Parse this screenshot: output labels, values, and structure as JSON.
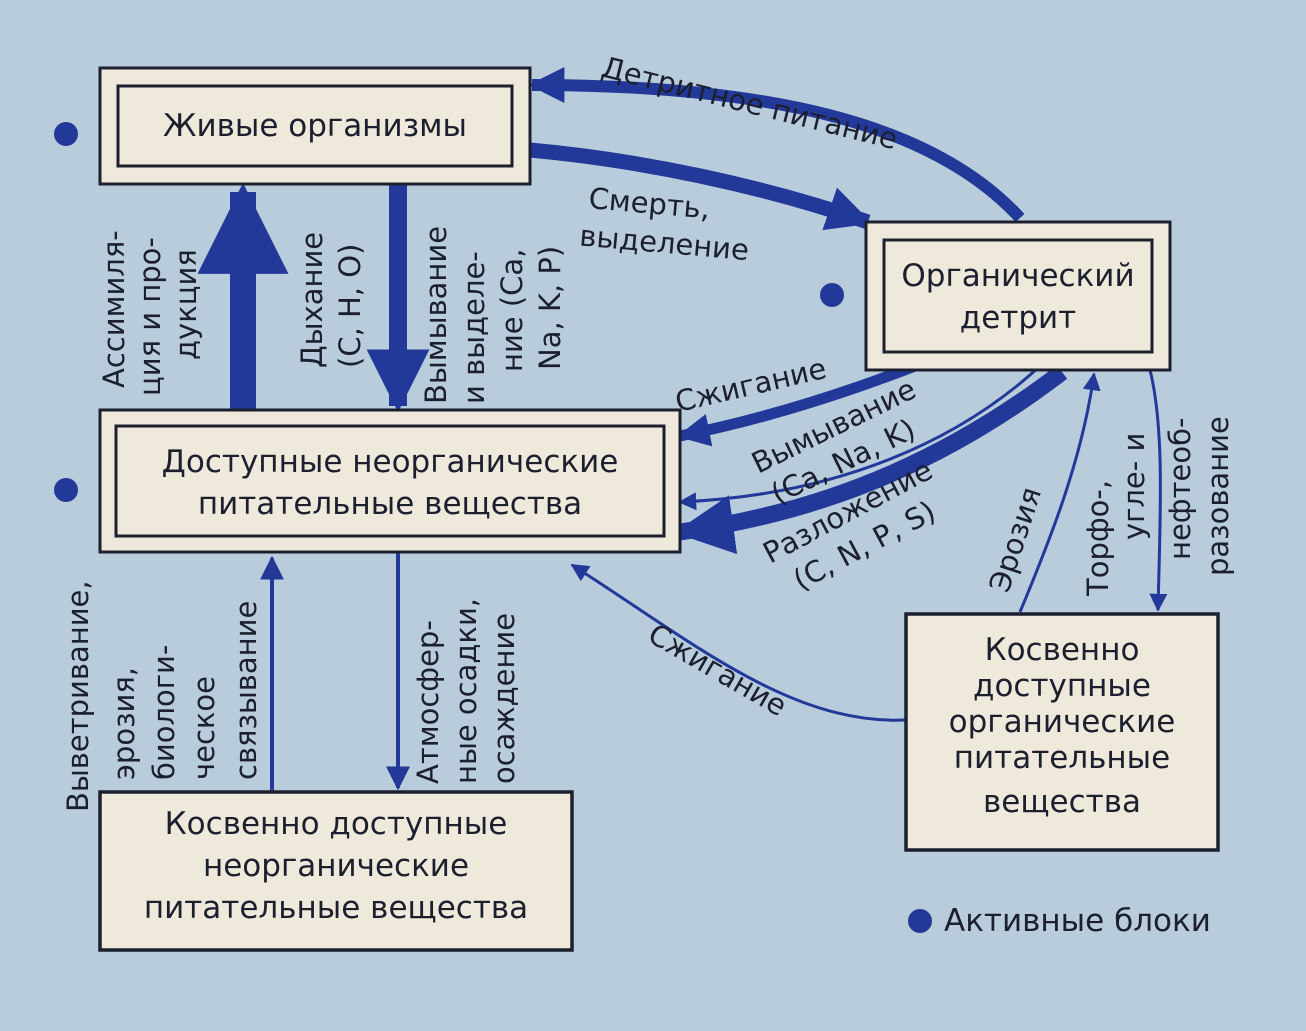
{
  "boxes": {
    "living": "Живые организмы",
    "detritus": [
      "Органический",
      "детрит"
    ],
    "available": [
      "Доступные неорганические",
      "питательные вещества"
    ],
    "indirect_inorganic": [
      "Косвенно доступные",
      "неорганические",
      "питательные вещества"
    ],
    "indirect_organic": [
      "Косвенно",
      "доступные",
      "органические",
      "питательные",
      "вещества"
    ]
  },
  "flows": {
    "detrital_feeding": "Детритное питание",
    "death_excretion": [
      "Смерть,",
      "выделение"
    ],
    "assimilation": [
      "Ассимиля-",
      "ция и про-",
      "дукция"
    ],
    "respiration": [
      "Дыхание",
      "(C, H, O)"
    ],
    "leaching_excretion": [
      "Вымывание",
      "и выделе-",
      "ние (Ca,",
      "Na, K, P)"
    ],
    "burning_detritus": "Сжигание",
    "leaching_detritus": [
      "Вымывание",
      "(Ca, Na, K)"
    ],
    "decomposition": [
      "Разложение",
      "(C, N, P, S)"
    ],
    "erosion": "Эрозия",
    "fossil_formation": [
      "Торфо-,",
      "угле- и",
      "нефтеоб-",
      "разование"
    ],
    "burning_indirect": "Сжигание",
    "weathering": [
      "Выветривание,",
      "эрозия,",
      "биологи-",
      "ческое",
      "связывание"
    ],
    "precipitation": [
      "Атмосфер-",
      "ные осадки,",
      "осаждение"
    ]
  },
  "legend": {
    "label": "Активные блоки"
  },
  "colors": {
    "background": "#b9ccdb",
    "flow": "#23399a",
    "box_fill": "#efe9dc",
    "ink": "#1c1f2e"
  }
}
